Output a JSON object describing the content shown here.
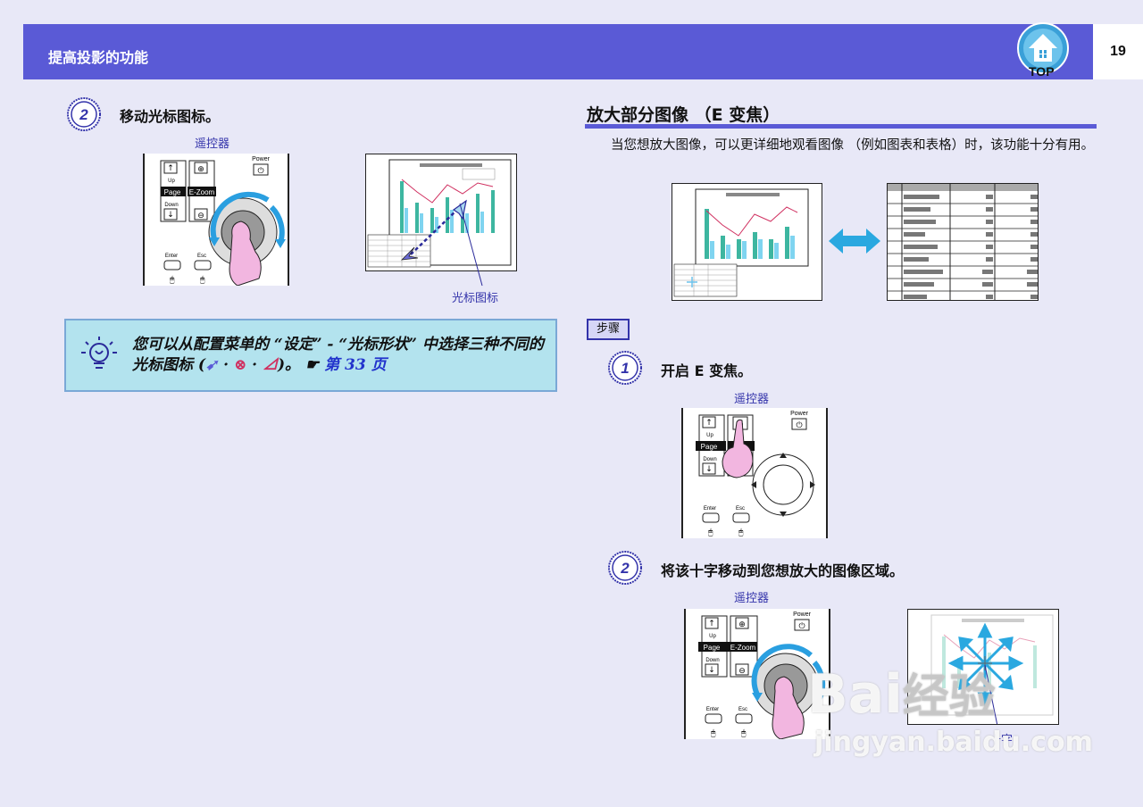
{
  "header": {
    "title": "提高投影的功能",
    "page_number": "19",
    "top_label": "TOP"
  },
  "left": {
    "step2": {
      "number": "2",
      "text": "移动光标图标。"
    },
    "remote_caption": "遥控器",
    "cursor_caption": "光标图标",
    "tip": {
      "text": "您可以从配置菜单的 “设定” - “光标形状” 中选择三种不同的光标图标 (",
      "text_end": ")。",
      "link": "第 33 页"
    }
  },
  "right": {
    "section_title": "放大部分图像 （E 变焦）",
    "description": "当您想放大图像，可以更详细地观看图像 （例如图表和表格）时，该功能十分有用。",
    "steps_label": "步骤",
    "step1": {
      "number": "1",
      "text": "开启 E 变焦。"
    },
    "step2": {
      "number": "2",
      "text": "将该十字移动到您想放大的图像区域。"
    },
    "remote_caption_1": "遥控器",
    "remote_caption_2": "遥控器",
    "cross_caption": "十字"
  },
  "remote": {
    "power": "Power",
    "up": "Up",
    "page": "Page",
    "down": "Down",
    "ezoom": "E-Zoom",
    "enter": "Enter",
    "esc": "Esc"
  },
  "watermark": {
    "brand": "Bai",
    "brand_cn": "经验",
    "url": "jingyan.baidu.com"
  },
  "colors": {
    "header": "#5a5ad6",
    "background": "#e8e8f7",
    "tip_bg": "#b3e3ee",
    "accent_blue": "#2a9fe0",
    "hand_pink": "#f2b6e0"
  }
}
